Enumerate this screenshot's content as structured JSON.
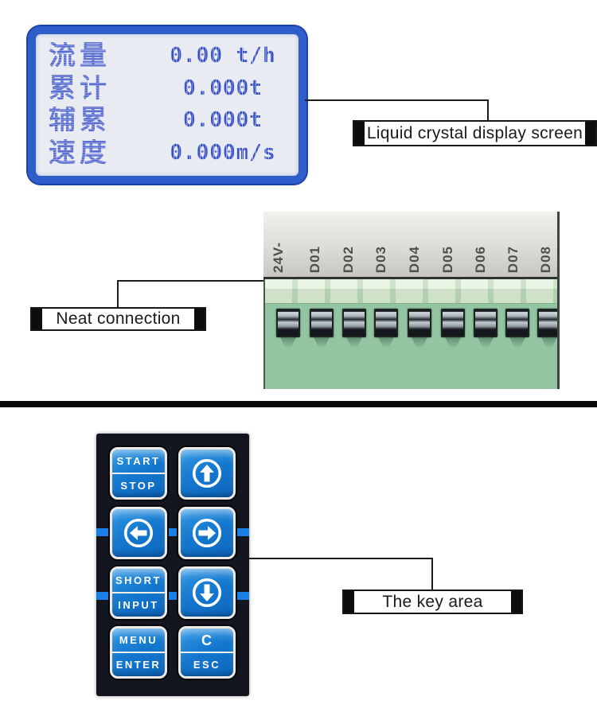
{
  "annotations": {
    "lcd_label": "Liquid crystal display screen",
    "connection_label": "Neat connection",
    "keypad_label": "The key area"
  },
  "lcd": {
    "rows": [
      {
        "label": "流量",
        "value": "0.00 t/h"
      },
      {
        "label": "累计",
        "value": "0.000t"
      },
      {
        "label": "辅累",
        "value": "0.000t"
      },
      {
        "label": "速度",
        "value": "0.000m/s"
      }
    ],
    "frame_color": "#2d5ec9",
    "screen_bg": "#e9ebf2",
    "text_color": "#3a52c6"
  },
  "terminal": {
    "labels": [
      "24V-",
      "D01",
      "D02",
      "D03",
      "D04",
      "D05",
      "D06",
      "D07",
      "D08"
    ],
    "slot_count": 9,
    "block_color": "#93c5a3",
    "panel_color": "#dddcd5"
  },
  "keypad": {
    "panel_color": "#13161f",
    "button_color": "#1478cf",
    "stripe_color": "#1a80e6",
    "buttons": [
      {
        "id": "start-stop",
        "top": "START",
        "bottom": "STOP"
      },
      {
        "id": "up",
        "icon": "arrow-up"
      },
      {
        "id": "left",
        "icon": "arrow-left"
      },
      {
        "id": "right",
        "icon": "arrow-right"
      },
      {
        "id": "short-input",
        "top": "SHORT",
        "bottom": "INPUT"
      },
      {
        "id": "down",
        "icon": "arrow-down"
      },
      {
        "id": "menu-enter",
        "top": "MENU",
        "bottom": "ENTER"
      },
      {
        "id": "c-esc",
        "top": "C",
        "bottom": "ESC"
      }
    ]
  }
}
